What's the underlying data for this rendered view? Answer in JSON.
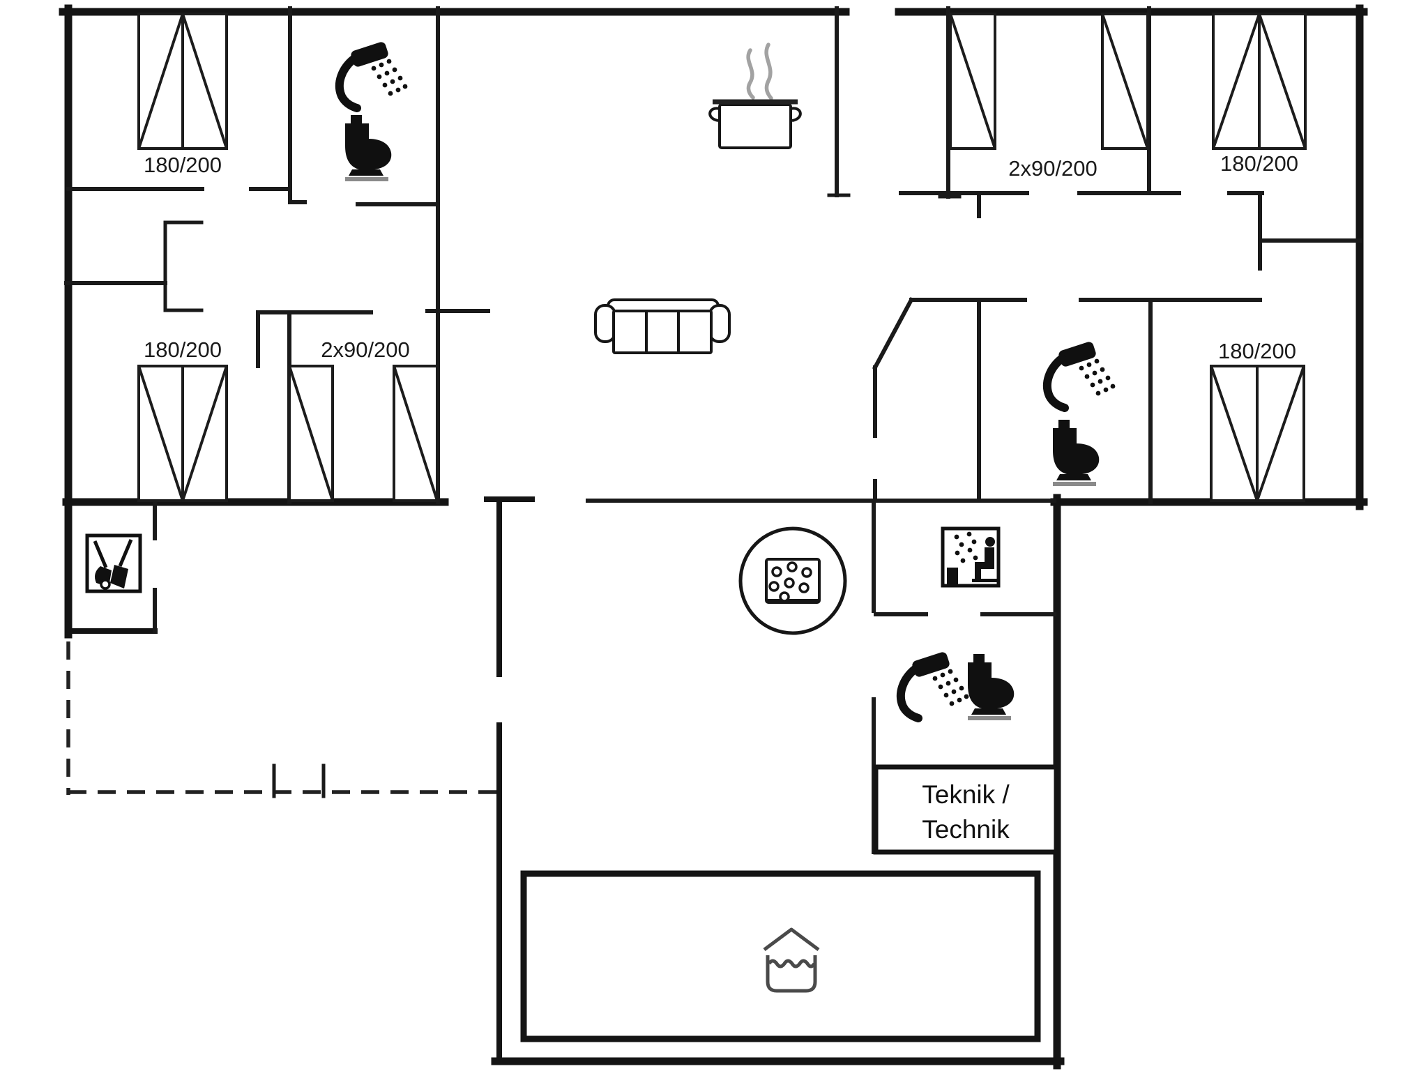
{
  "plan": {
    "type": "holiday-house floor plan",
    "colors": {
      "background": "#ffffff",
      "walls": "#141414",
      "icons": "#101010",
      "steam": "#a2a2a2",
      "pool_icon": "#4a4a4a"
    },
    "rooms": {
      "bedroom_top_left": {
        "bed_label": "180/200"
      },
      "bedroom_mid_left": {
        "bed_label": "180/200"
      },
      "bedroom_mid_left_twin": {
        "bed_label": "2x90/200"
      },
      "bedroom_top_right_twin": {
        "bed_label": "2x90/200"
      },
      "bedroom_top_right": {
        "bed_label": "180/200"
      },
      "bedroom_mid_right": {
        "bed_label": "180/200"
      },
      "technical_room": {
        "label_line1": "Teknik /",
        "label_line2": "Technik"
      }
    },
    "icons": [
      "shower-icon (bathroom top-left)",
      "toilet-icon (bathroom top-left)",
      "cooking-pot-icon (kitchen)",
      "sofa-icon (living room)",
      "shower-icon (bathroom mid-right)",
      "toilet-icon (bathroom mid-right)",
      "whirlpool-icon (wellness room)",
      "sauna-icon (sauna)",
      "shower-icon (wellness bathroom)",
      "toilet-icon (wellness bathroom)",
      "pool-icon (swimming pool)",
      "cleaning-closet-icon (storage)"
    ]
  }
}
